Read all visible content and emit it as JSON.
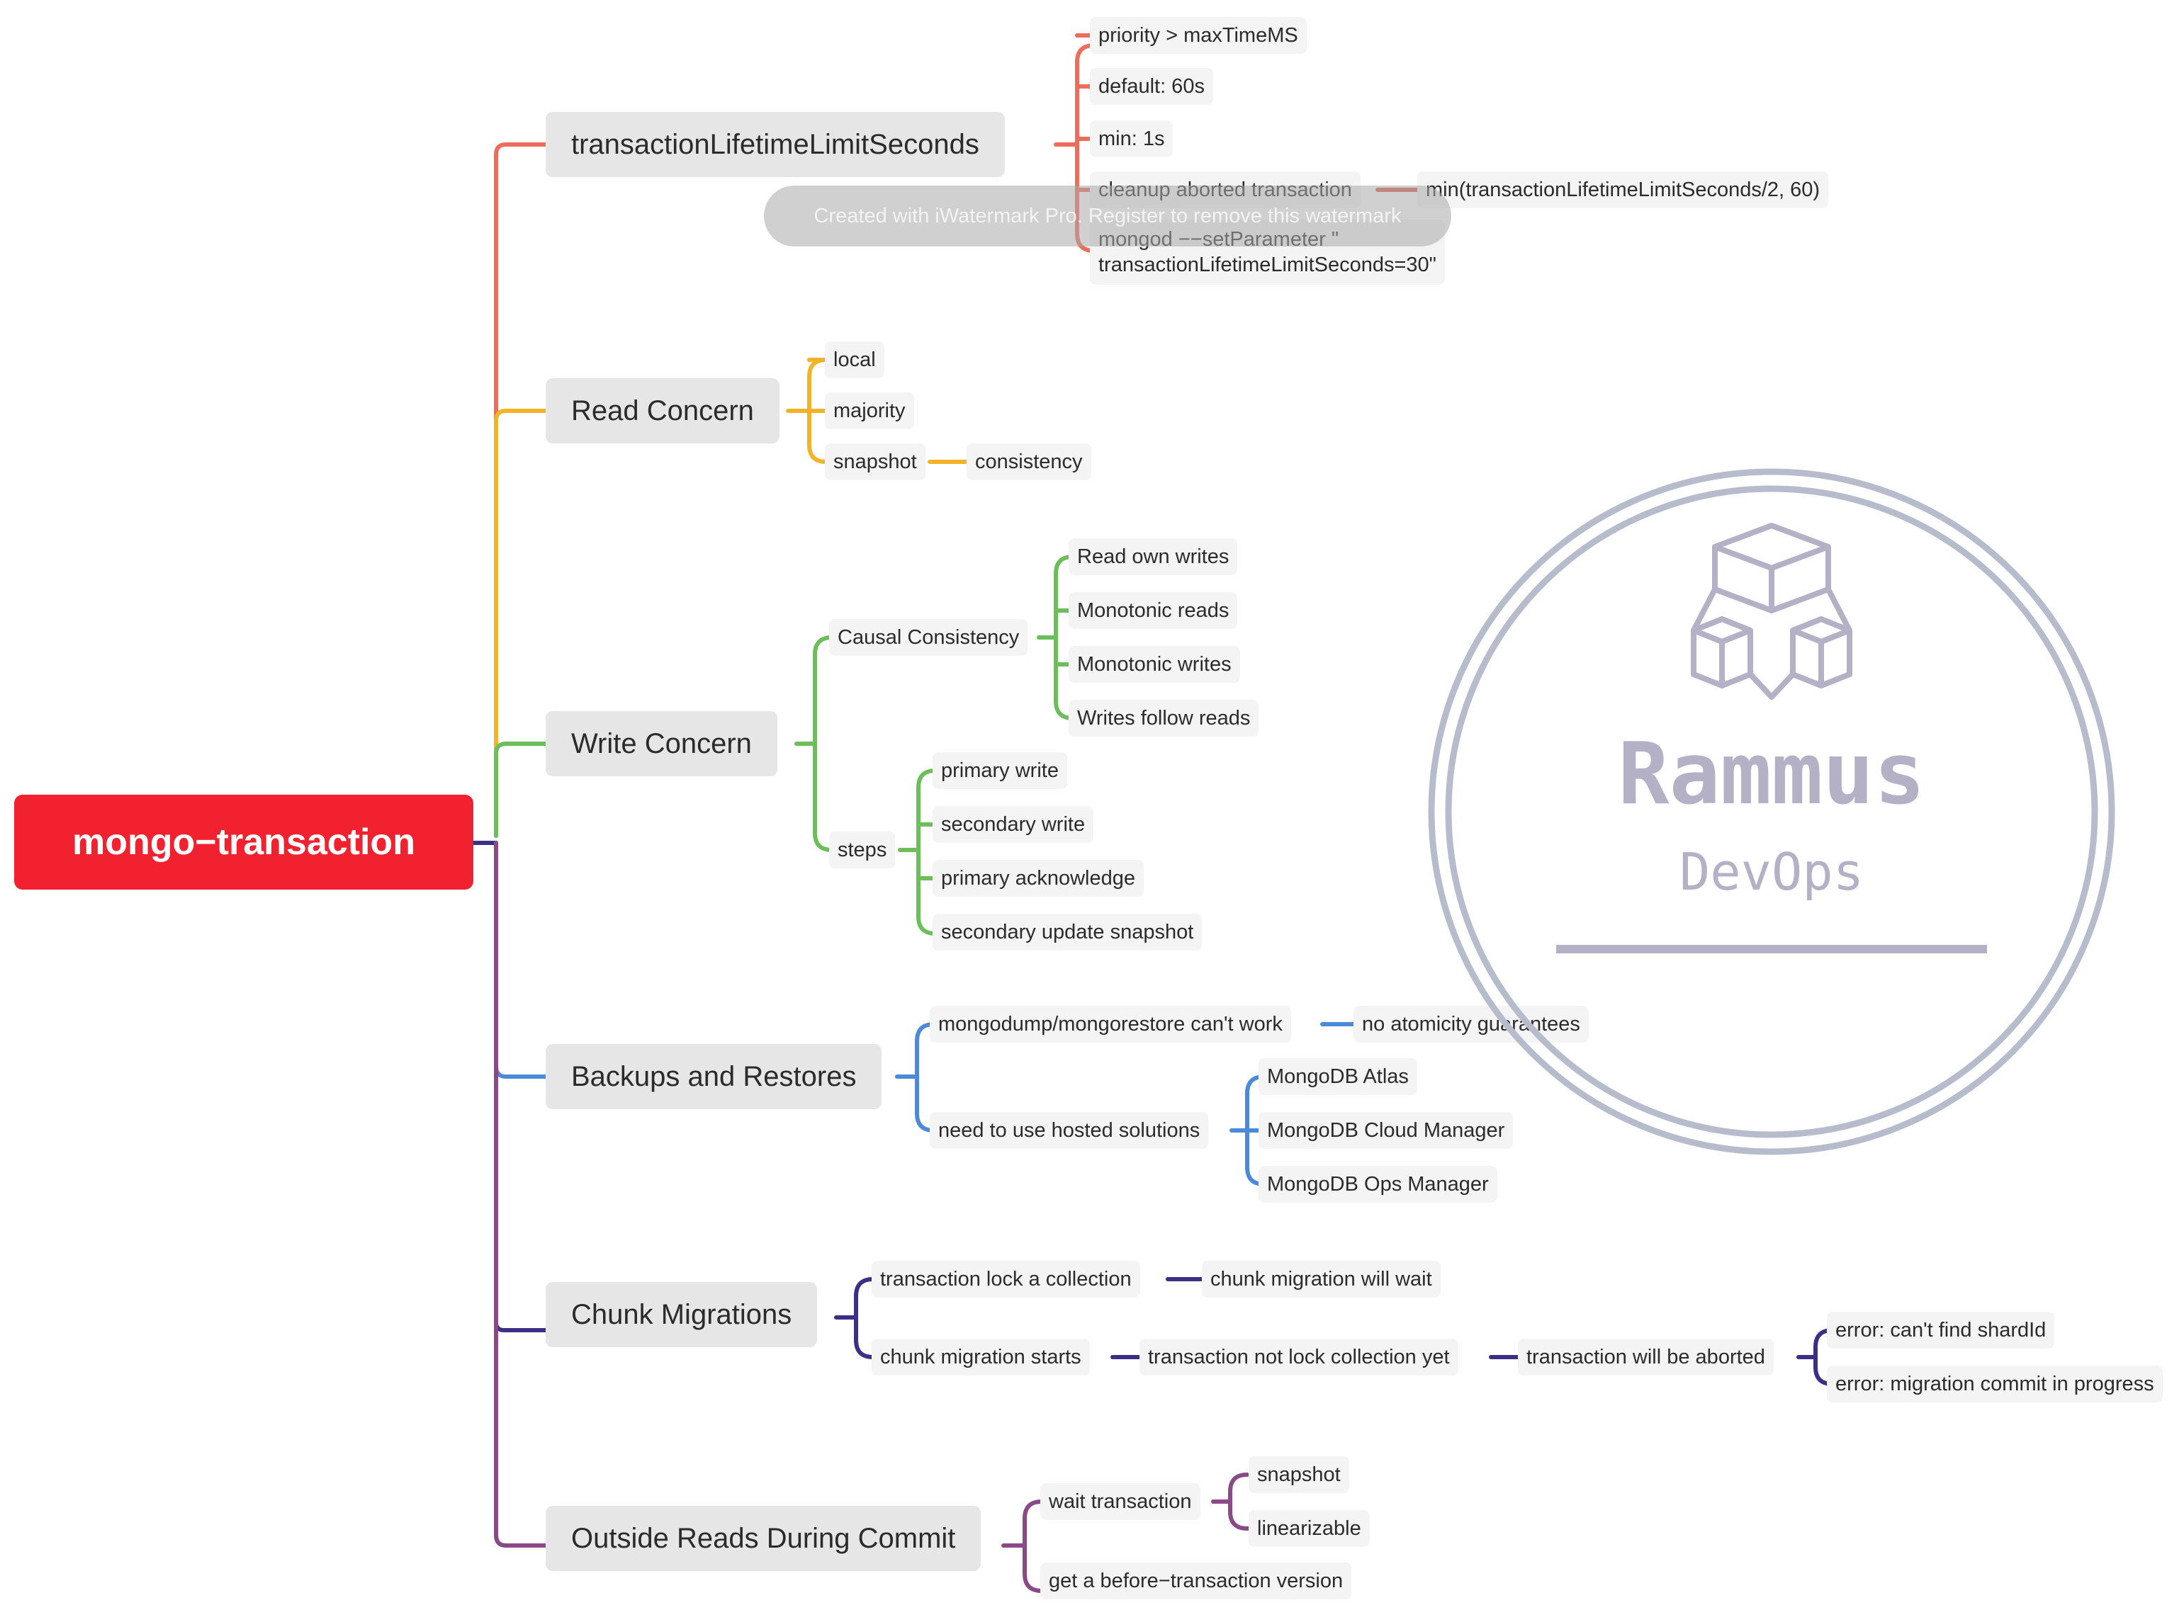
{
  "root": "mongo−transaction",
  "branches": {
    "b1": {
      "label": "transactionLifetimeLimitSeconds",
      "items": [
        "priority > maxTimeMS",
        "default: 60s",
        "min: 1s",
        "cleanup aborted transaction",
        "min(transactionLifetimeLimitSeconds/2, 60)",
        "mongod −−setParameter \"",
        "transactionLifetimeLimitSeconds=30\""
      ]
    },
    "b2": {
      "label": "Read Concern",
      "items": [
        "local",
        "majority",
        "snapshot",
        "consistency"
      ]
    },
    "b3": {
      "label": "Write Concern",
      "items": [
        "Causal Consistency",
        "Read own writes",
        "Monotonic reads",
        "Monotonic writes",
        "Writes follow reads",
        "steps",
        "primary write",
        "secondary write",
        "primary acknowledge",
        "secondary update snapshot"
      ]
    },
    "b4": {
      "label": "Backups and Restores",
      "items": [
        "mongodump/mongorestore can't work",
        "no atomicity guarantees",
        "need to use hosted solutions",
        "MongoDB Atlas",
        "MongoDB Cloud Manager",
        "MongoDB Ops Manager"
      ]
    },
    "b5": {
      "label": "Chunk Migrations",
      "items": [
        "transaction lock a collection",
        "chunk migration will wait",
        "chunk migration starts",
        "transaction not lock collection yet",
        "transaction will be aborted",
        "error: can't find shardId",
        "error: migration commit in progress"
      ]
    },
    "b6": {
      "label": "Outside Reads During Commit",
      "items": [
        "wait transaction",
        "snapshot",
        "linearizable",
        "get a before−transaction version"
      ]
    }
  },
  "watermark": "Created with iWatermark Pro. Register to remove this watermark",
  "logo": {
    "title": "Rammus",
    "subtitle": "DevOps",
    "icon": "cubes-icon"
  },
  "colors": {
    "root": "#f2212f",
    "branch1": "#ee6c5c",
    "branch2": "#f2b32a",
    "branch3": "#6cbe5a",
    "branch4": "#4a8ad8",
    "branch5": "#3b2f86",
    "branch6": "#8a4a88",
    "logo": "#b6bccb"
  }
}
